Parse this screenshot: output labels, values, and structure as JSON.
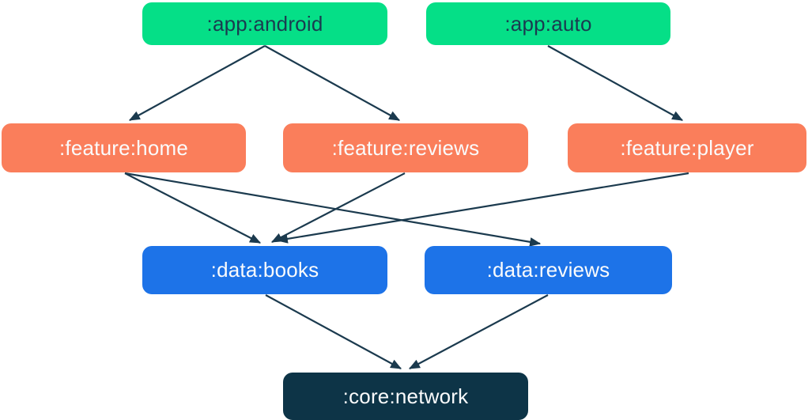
{
  "diagram": {
    "edge_color": "#1B3A4E",
    "nodes": [
      {
        "id": "app-android",
        "label": ":app:android",
        "group": "app",
        "color": "#05DF87",
        "text_color": "#1A3B50"
      },
      {
        "id": "app-auto",
        "label": ":app:auto",
        "group": "app",
        "color": "#05DF87",
        "text_color": "#1A3B50"
      },
      {
        "id": "feature-home",
        "label": ":feature:home",
        "group": "feature",
        "color": "#FA7E5B",
        "text_color": "#FAFBFC"
      },
      {
        "id": "feature-reviews",
        "label": ":feature:reviews",
        "group": "feature",
        "color": "#FA7E5B",
        "text_color": "#FAFBFC"
      },
      {
        "id": "feature-player",
        "label": ":feature:player",
        "group": "feature",
        "color": "#FA7E5B",
        "text_color": "#FAFBFC"
      },
      {
        "id": "data-books",
        "label": ":data:books",
        "group": "data",
        "color": "#1D73E8",
        "text_color": "#FAFBFC"
      },
      {
        "id": "data-reviews",
        "label": ":data:reviews",
        "group": "data",
        "color": "#1D73E8",
        "text_color": "#FAFBFC"
      },
      {
        "id": "core-network",
        "label": ":core:network",
        "group": "core",
        "color": "#0D3447",
        "text_color": "#FAFBFC"
      }
    ],
    "edges": [
      {
        "from": "app-android",
        "to": "feature-home"
      },
      {
        "from": "app-android",
        "to": "feature-reviews"
      },
      {
        "from": "app-auto",
        "to": "feature-player"
      },
      {
        "from": "feature-home",
        "to": "data-books"
      },
      {
        "from": "feature-home",
        "to": "data-reviews"
      },
      {
        "from": "feature-reviews",
        "to": "data-books"
      },
      {
        "from": "feature-player",
        "to": "data-books"
      },
      {
        "from": "data-books",
        "to": "core-network"
      },
      {
        "from": "data-reviews",
        "to": "core-network"
      }
    ]
  }
}
